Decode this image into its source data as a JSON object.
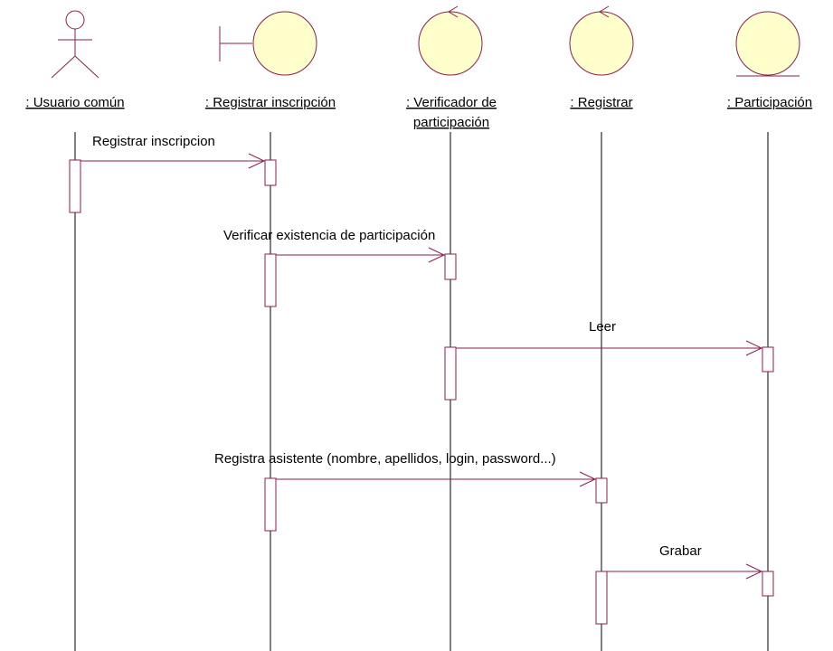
{
  "diagram": {
    "type": "uml-sequence-diagram",
    "colors": {
      "shape_stroke": "#8a1f4c",
      "shape_fill": "#ffffcc",
      "lifeline": "#000000",
      "activation_fill": "#ffffff",
      "label": "#000000"
    },
    "participants": [
      {
        "id": "usuario",
        "kind": "actor",
        "label_lines": [
          ": Usuario común"
        ]
      },
      {
        "id": "registrar_inscripcion",
        "kind": "boundary",
        "label_lines": [
          ": Registrar inscripción"
        ]
      },
      {
        "id": "verificador",
        "kind": "control",
        "label_lines": [
          ": Verificador de",
          "participación"
        ]
      },
      {
        "id": "registrar",
        "kind": "control",
        "label_lines": [
          ": Registrar"
        ]
      },
      {
        "id": "participacion",
        "kind": "entity",
        "label_lines": [
          ": Participación"
        ]
      }
    ],
    "messages": [
      {
        "from": "usuario",
        "to": "registrar_inscripcion",
        "label": "Registrar inscripcion"
      },
      {
        "from": "registrar_inscripcion",
        "to": "verificador",
        "label": "Verificar existencia de participación"
      },
      {
        "from": "verificador",
        "to": "participacion",
        "label": "Leer"
      },
      {
        "from": "registrar_inscripcion",
        "to": "registrar",
        "label": "Registra asistente (nombre, apellidos, login, password...)"
      },
      {
        "from": "registrar",
        "to": "participacion",
        "label": "Grabar"
      }
    ]
  }
}
